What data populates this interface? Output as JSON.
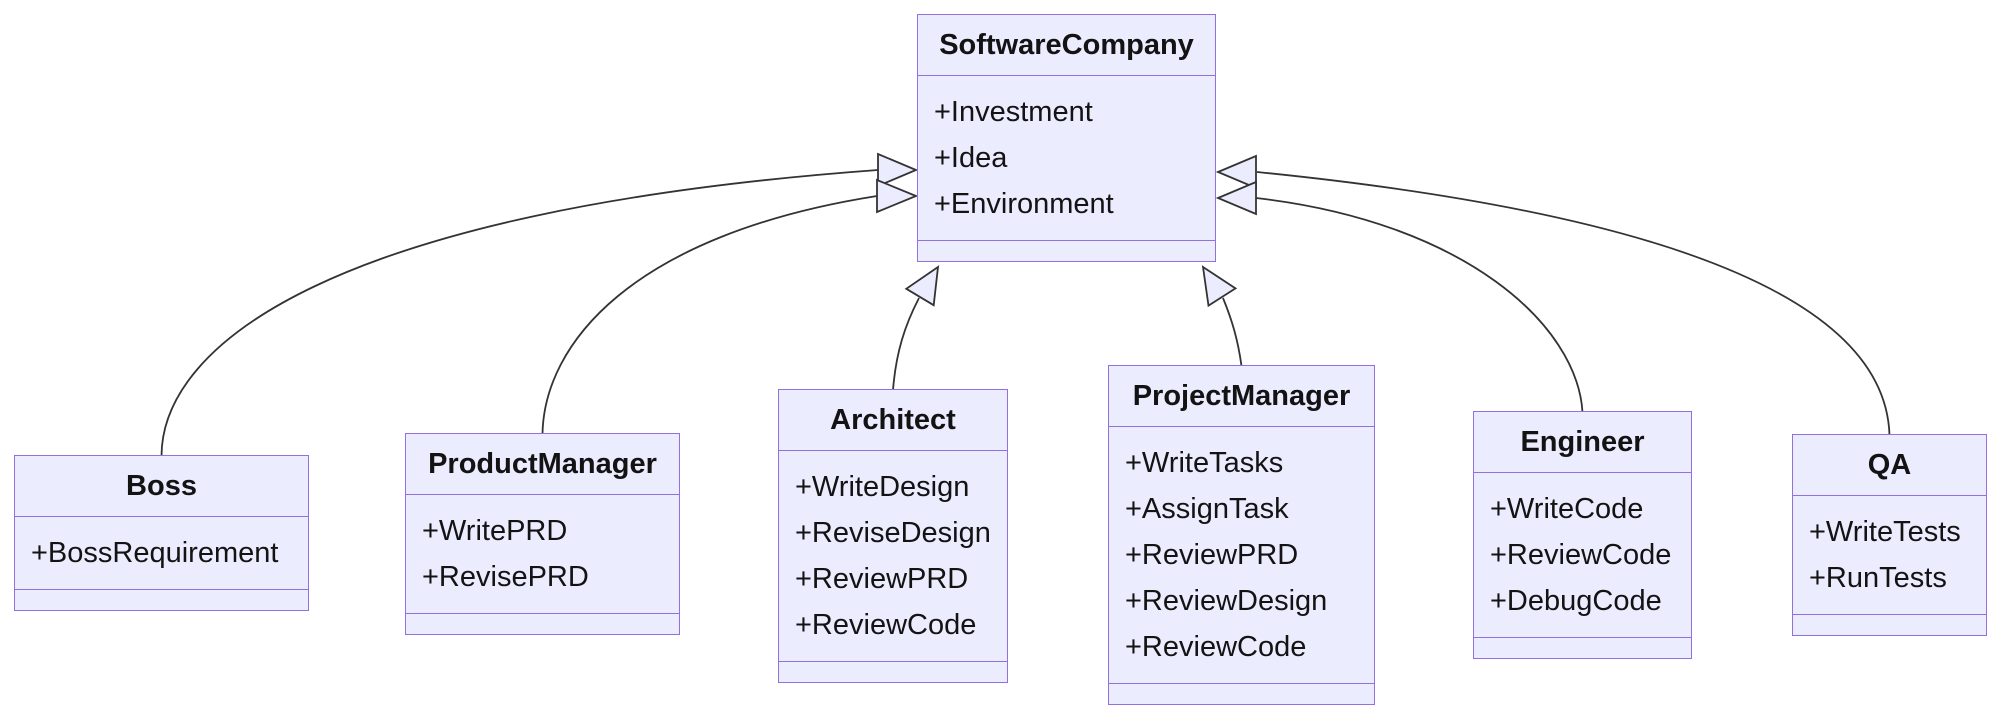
{
  "diagram": {
    "type": "uml-class-diagram",
    "classes": [
      {
        "name": "SoftwareCompany",
        "attributes": [
          "+Investment",
          "+Idea",
          "+Environment"
        ],
        "methods": []
      },
      {
        "name": "Boss",
        "attributes": [
          "+BossRequirement"
        ],
        "methods": []
      },
      {
        "name": "ProductManager",
        "attributes": [
          "+WritePRD",
          "+RevisePRD"
        ],
        "methods": []
      },
      {
        "name": "Architect",
        "attributes": [
          "+WriteDesign",
          "+ReviseDesign",
          "+ReviewPRD",
          "+ReviewCode"
        ],
        "methods": []
      },
      {
        "name": "ProjectManager",
        "attributes": [
          "+WriteTasks",
          "+AssignTask",
          "+ReviewPRD",
          "+ReviewDesign",
          "+ReviewCode"
        ],
        "methods": []
      },
      {
        "name": "Engineer",
        "attributes": [
          "+WriteCode",
          "+ReviewCode",
          "+DebugCode"
        ],
        "methods": []
      },
      {
        "name": "QA",
        "attributes": [
          "+WriteTests",
          "+RunTests"
        ],
        "methods": []
      }
    ],
    "relationships": [
      {
        "from": "Boss",
        "to": "SoftwareCompany",
        "type": "inheritance"
      },
      {
        "from": "ProductManager",
        "to": "SoftwareCompany",
        "type": "inheritance"
      },
      {
        "from": "Architect",
        "to": "SoftwareCompany",
        "type": "inheritance"
      },
      {
        "from": "ProjectManager",
        "to": "SoftwareCompany",
        "type": "inheritance"
      },
      {
        "from": "Engineer",
        "to": "SoftwareCompany",
        "type": "inheritance"
      },
      {
        "from": "QA",
        "to": "SoftwareCompany",
        "type": "inheritance"
      }
    ],
    "colors": {
      "node_fill": "#ECECFF",
      "node_border": "#9370DB",
      "edge_line": "#333333",
      "text": "#131313",
      "background": "#ffffff"
    }
  }
}
